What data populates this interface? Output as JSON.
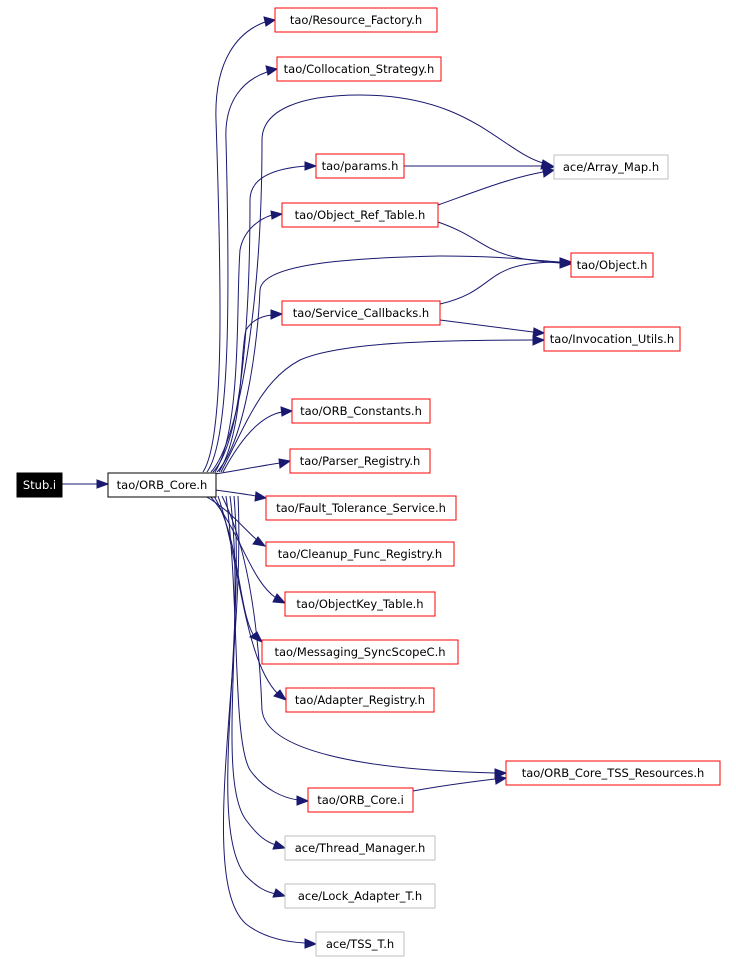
{
  "diagram": {
    "colors": {
      "edge": "#191970",
      "border_documented": "#ff0000",
      "border_undocumented": "#bfbfbf",
      "border_plain": "#000000",
      "root_fill": "#000000",
      "root_text": "#ffffff"
    },
    "nodes": {
      "stub_i": "Stub.i",
      "orb_core_h": "tao/ORB_Core.h",
      "resource_factory": "tao/Resource_Factory.h",
      "collocation_strategy": "tao/Collocation_Strategy.h",
      "params": "tao/params.h",
      "array_map": "ace/Array_Map.h",
      "object_ref_table": "tao/Object_Ref_Table.h",
      "object": "tao/Object.h",
      "service_callbacks": "tao/Service_Callbacks.h",
      "invocation_utils": "tao/Invocation_Utils.h",
      "orb_constants": "tao/ORB_Constants.h",
      "parser_registry": "tao/Parser_Registry.h",
      "fault_tolerance_service": "tao/Fault_Tolerance_Service.h",
      "cleanup_func_registry": "tao/Cleanup_Func_Registry.h",
      "objectkey_table": "tao/ObjectKey_Table.h",
      "messaging_syncscopec": "tao/Messaging_SyncScopeC.h",
      "adapter_registry": "tao/Adapter_Registry.h",
      "orb_core_tss_resources": "tao/ORB_Core_TSS_Resources.h",
      "orb_core_i": "tao/ORB_Core.i",
      "thread_manager": "ace/Thread_Manager.h",
      "lock_adapter_t": "ace/Lock_Adapter_T.h",
      "tss_t": "ace/TSS_T.h"
    }
  }
}
